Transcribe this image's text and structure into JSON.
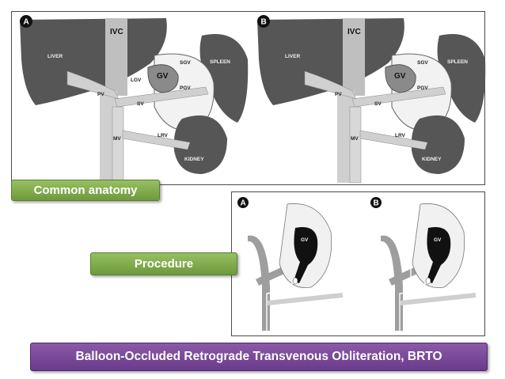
{
  "labels": {
    "common_anatomy": "Common anatomy",
    "procedure": "Procedure",
    "brto": "Balloon-Occluded Retrograde Transvenous Obliteration, BRTO"
  },
  "top_diagram": {
    "panel_a": {
      "marker": "A",
      "ivc": "IVC",
      "liver": "LIVER",
      "spleen": "SPLEEN",
      "gv": "GV",
      "sgv": "SGV",
      "lgv": "LGV",
      "pgv": "PGV",
      "pv": "PV",
      "sv": "SV",
      "mv": "MV",
      "lrv": "LRV",
      "kidney": "KIDNEY"
    },
    "panel_b": {
      "marker": "B",
      "ivc": "IVC",
      "liver": "LIVER",
      "spleen": "SPLEEN",
      "gv": "GV",
      "sgv": "SGV",
      "pgv": "PGV",
      "pv": "PV",
      "sv": "SV",
      "mv": "MV",
      "lrv": "LRV",
      "kidney": "KIDNEY"
    }
  },
  "bottom_diagram": {
    "panel_a": {
      "marker": "A",
      "gv": "GV"
    },
    "panel_b": {
      "marker": "B",
      "gv": "GV"
    }
  },
  "colors": {
    "organ": "#565656",
    "vessel": "#c9c9c9",
    "green_tag": "#7eab4a",
    "purple_tag": "#7a4a9a"
  }
}
